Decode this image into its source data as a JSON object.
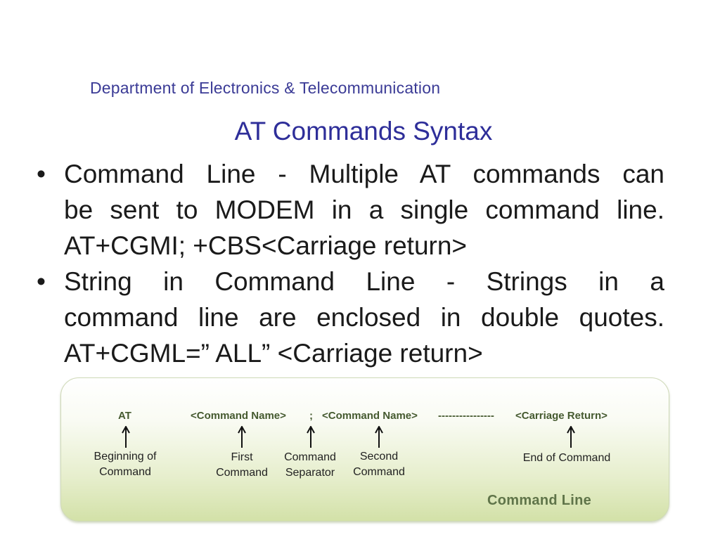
{
  "header": {
    "department": "Department of Electronics & Telecommunication"
  },
  "slide": {
    "title": "AT Commands Syntax"
  },
  "bullets": [
    {
      "marker": "•",
      "lines": [
        "Command Line - Multiple AT commands can",
        "be sent to MODEM in a single command line.",
        "AT+CGMI; +CBS<Carriage return>"
      ]
    },
    {
      "marker": "•",
      "lines": [
        "String in Command Line - Strings in a",
        "command line are enclosed in double quotes.",
        "AT+CGML=” ALL” <Carriage return>"
      ]
    }
  ],
  "diagram": {
    "syntax": {
      "at": "AT",
      "cmd1": "<Command Name>",
      "sep": ";",
      "cmd2": "<Command Name>",
      "dashes": "----------------",
      "cr": "<Carriage Return>"
    },
    "captions": {
      "beginning_line1": "Beginning of",
      "beginning_line2": "Command",
      "first_line1": "First",
      "first_line2": "Command",
      "separator_line1": "Command",
      "separator_line2": "Separator",
      "second_line1": "Second",
      "second_line2": "Command",
      "end": "End of Command"
    },
    "footer_label": "Command Line"
  }
}
